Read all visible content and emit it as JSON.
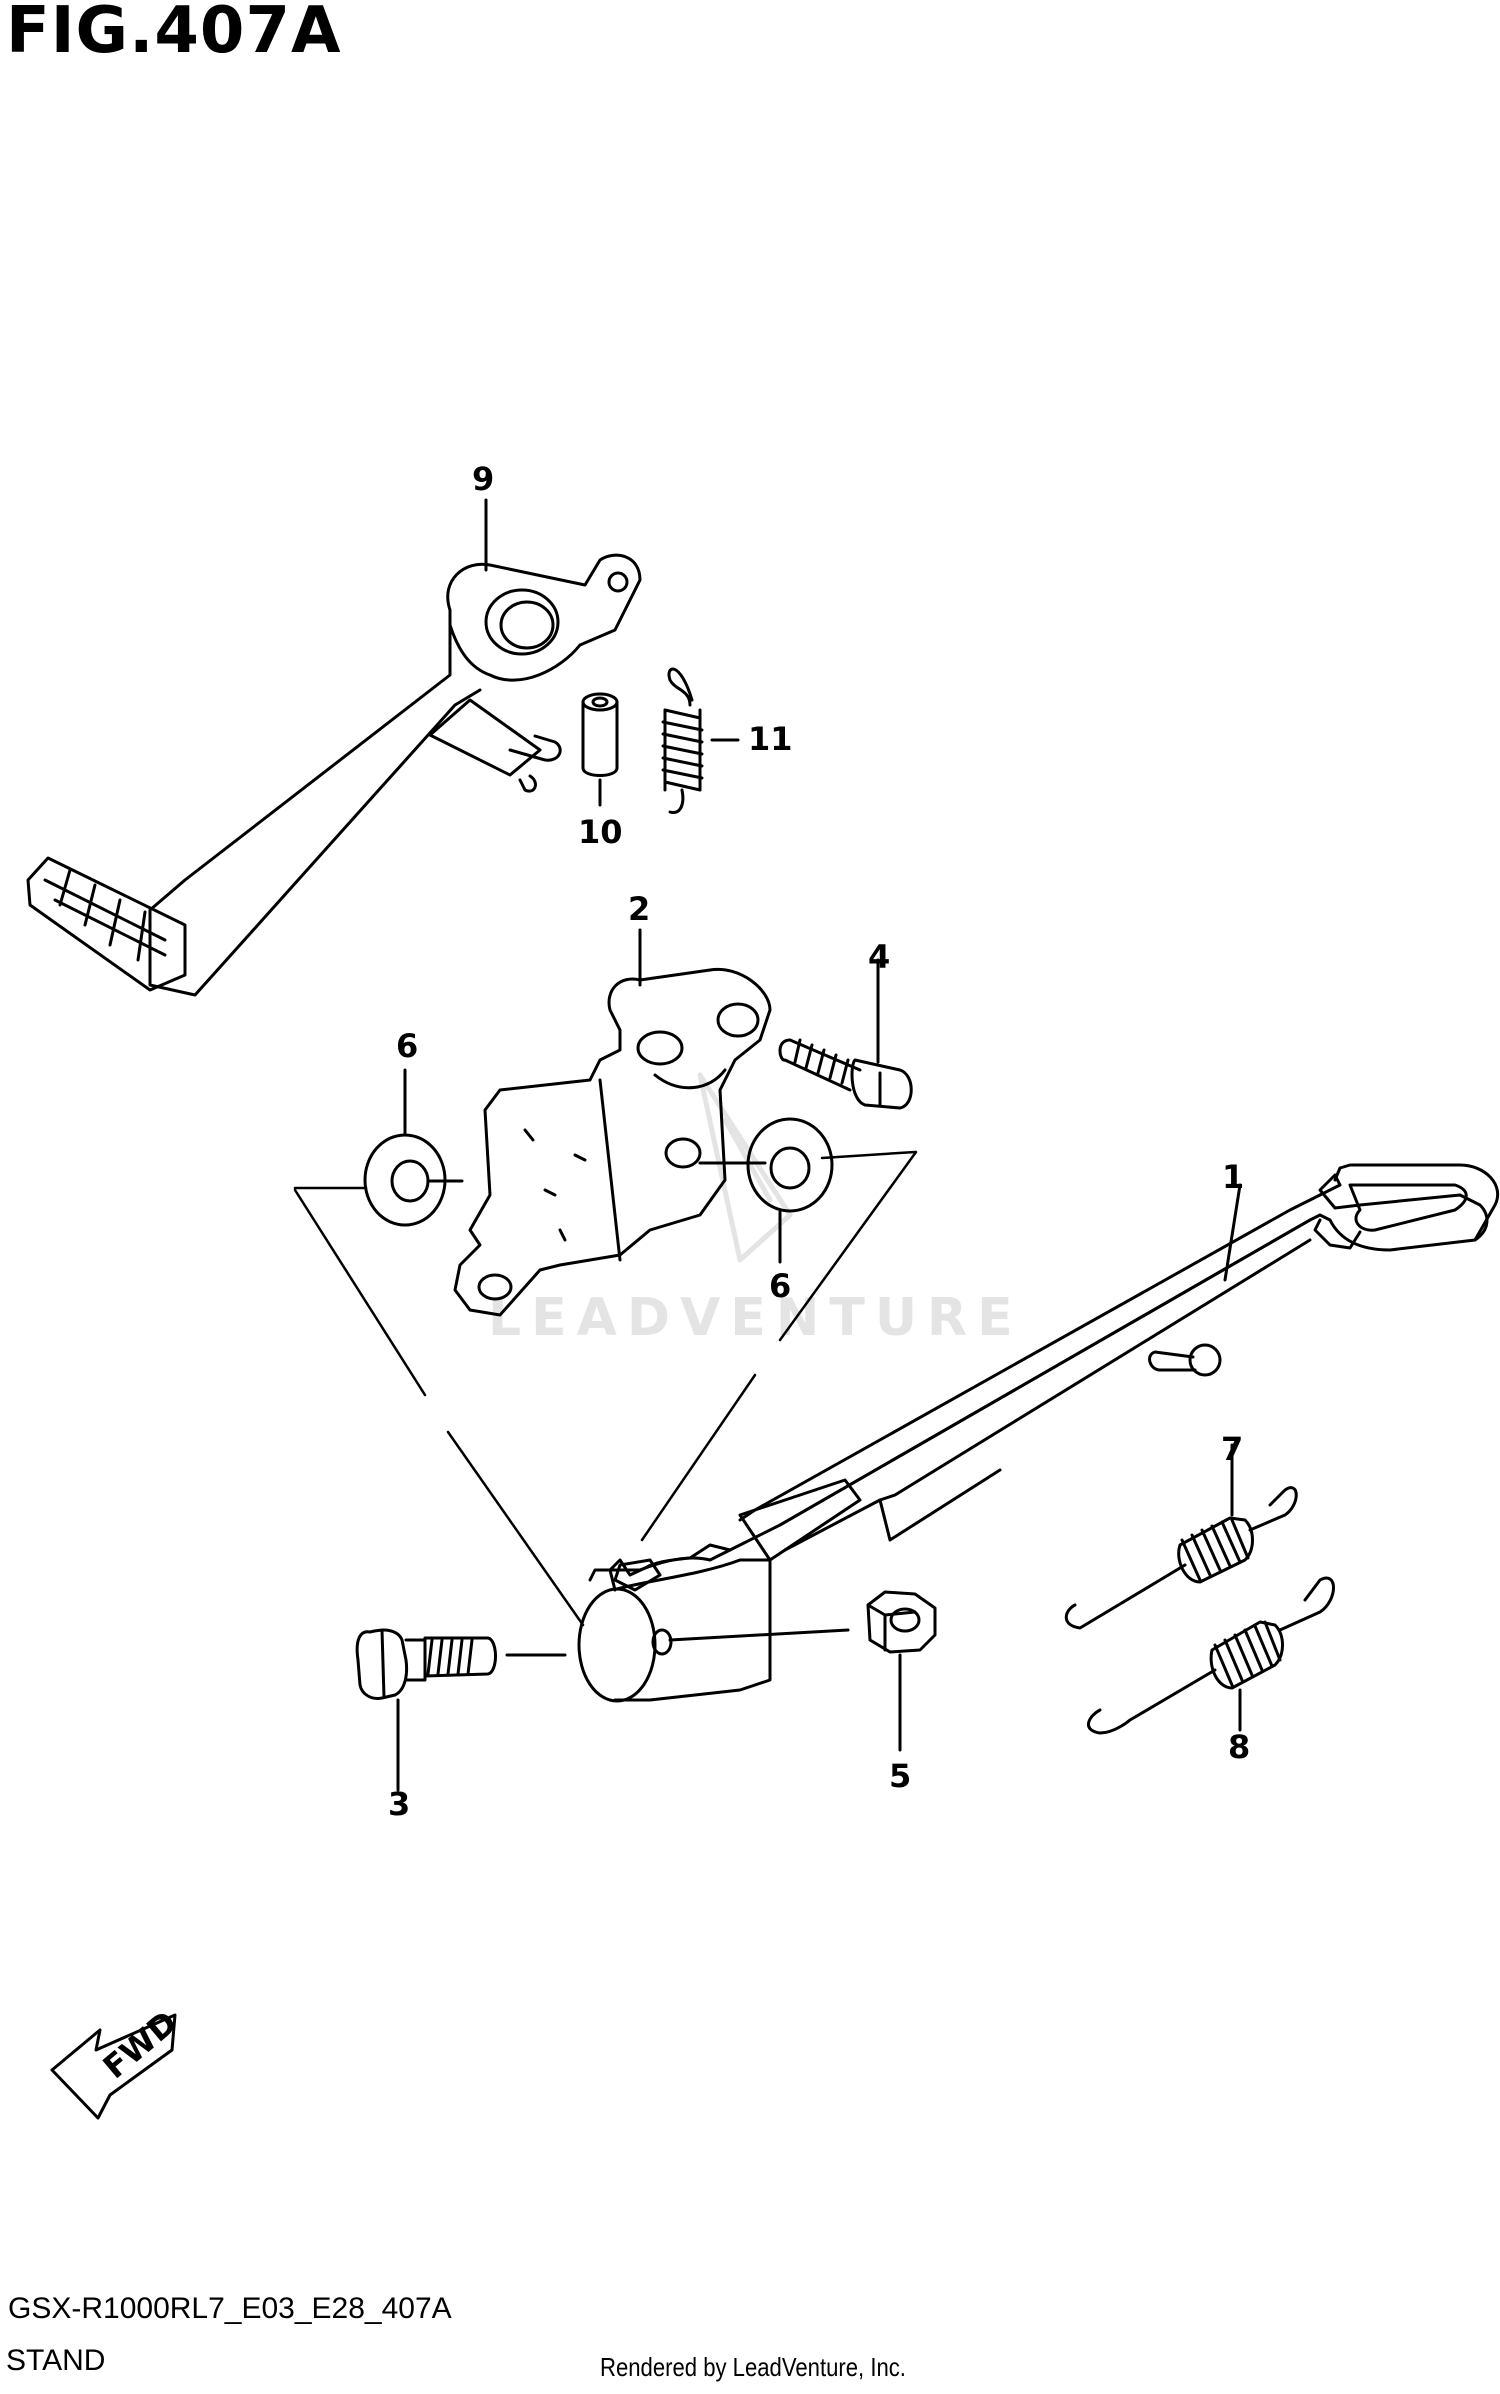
{
  "figure": {
    "title": "FIG.407A",
    "model_code": "GSX-R1000RL7_E03_E28_407A",
    "section_name": "STAND",
    "credit": "Rendered by LeadVenture, Inc.",
    "watermark": "LEADVENTURE",
    "direction_label": "FWD"
  },
  "callouts": [
    {
      "number": "1"
    },
    {
      "number": "2"
    },
    {
      "number": "3"
    },
    {
      "number": "4"
    },
    {
      "number": "5"
    },
    {
      "number": "6"
    },
    {
      "number": "6"
    },
    {
      "number": "7"
    },
    {
      "number": "8"
    },
    {
      "number": "9"
    },
    {
      "number": "10"
    },
    {
      "number": "11"
    }
  ],
  "colors": {
    "line": "#000000",
    "watermark": "#e4e4e4",
    "background": "#ffffff"
  }
}
